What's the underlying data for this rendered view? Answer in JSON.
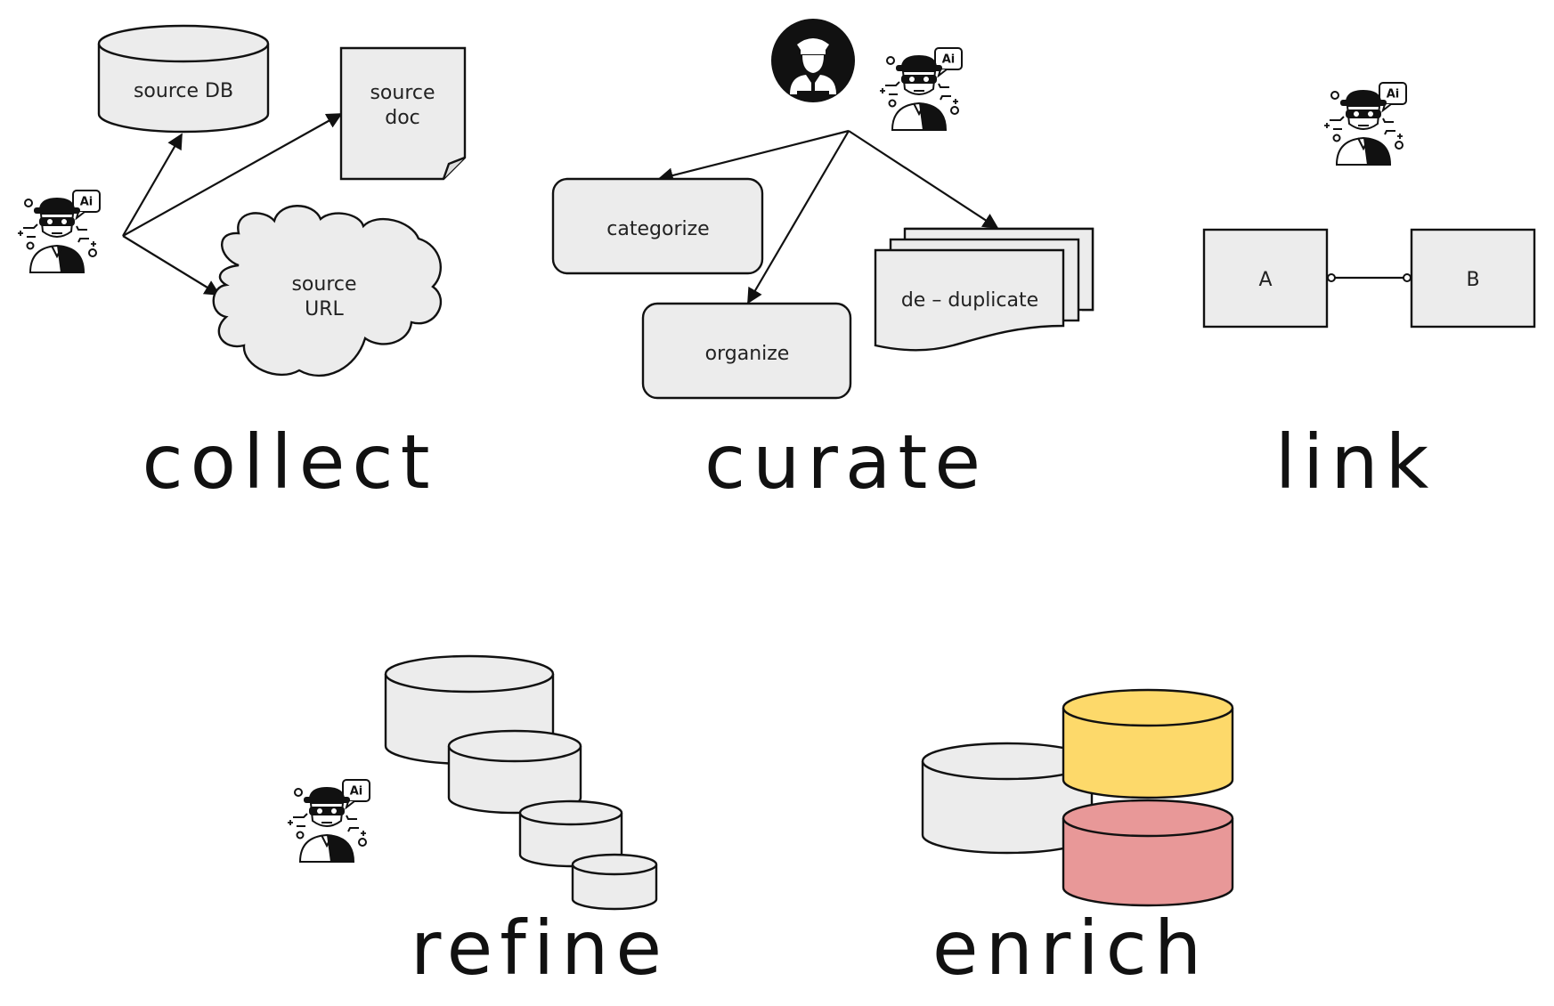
{
  "sections": {
    "collect": {
      "title": "collect",
      "db_label": "source DB",
      "doc_label_1": "source",
      "doc_label_2": "doc",
      "url_label_1": "source",
      "url_label_2": "URL"
    },
    "curate": {
      "title": "curate",
      "categorize_label": "categorize",
      "organize_label": "organize",
      "dedupe_label": "de – duplicate"
    },
    "link": {
      "title": "link",
      "a_label": "A",
      "b_label": "B"
    },
    "refine": {
      "title": "refine"
    },
    "enrich": {
      "title": "enrich"
    }
  },
  "icons": {
    "robot": "ai-robot-icon",
    "officer": "officer-icon",
    "badge_text": "Ai"
  },
  "colors": {
    "shape_fill": "#ececec",
    "enrich_yellow": "#fdd96a",
    "enrich_red": "#e89898"
  }
}
